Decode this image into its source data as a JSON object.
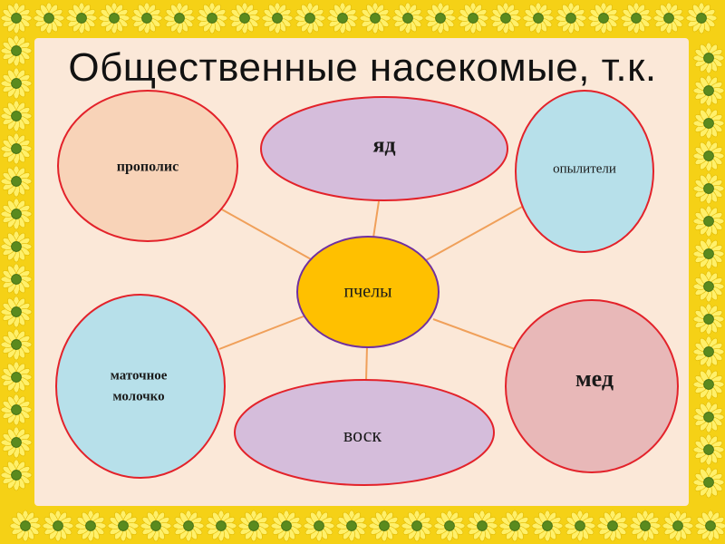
{
  "title": "Общественные насекомые, т.к.",
  "colors": {
    "border": "#f5d116",
    "background": "#fbe8d8",
    "outline_red": "#e3222a",
    "connector": "#f0a05a"
  },
  "diagram": {
    "center": {
      "label": "пчелы",
      "fill": "#ffc000",
      "stroke": "#7030a0"
    },
    "nodes": [
      {
        "id": "propolis",
        "label": "прополис",
        "fill": "#f8d3b8"
      },
      {
        "id": "yad",
        "label": "яд",
        "fill": "#d5bddb"
      },
      {
        "id": "opyliteli",
        "label": "опылители",
        "fill": "#b7e0ea"
      },
      {
        "id": "matochnoe",
        "lines": [
          "маточное",
          "молочко"
        ],
        "fill": "#b7e0ea"
      },
      {
        "id": "vosk",
        "label": "воск",
        "fill": "#d5bddb"
      },
      {
        "id": "med",
        "label": "мед",
        "fill": "#e8b8b8"
      }
    ]
  }
}
